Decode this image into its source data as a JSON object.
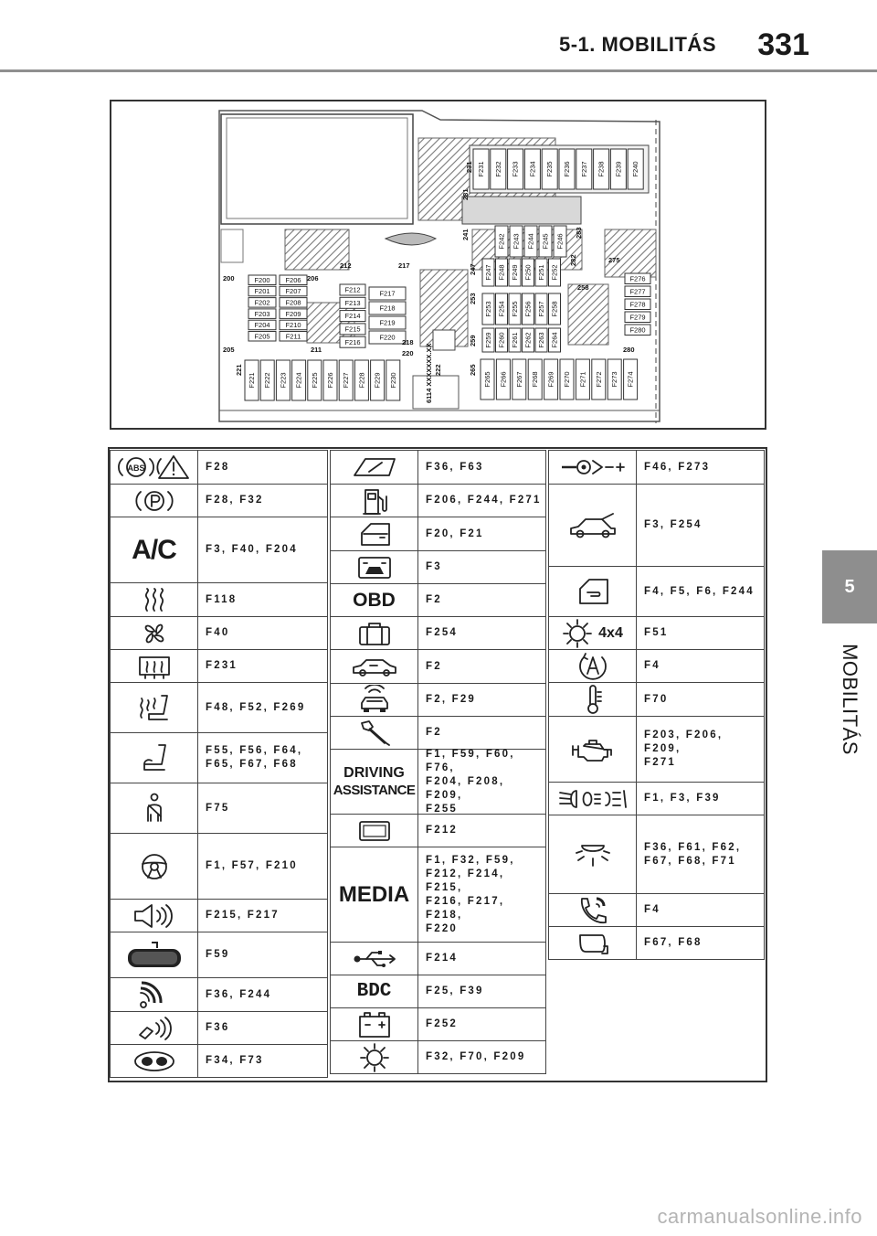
{
  "header": {
    "section_title": "5-1. MOBILITÁS",
    "page_number": "331"
  },
  "side_tab": {
    "chapter_number": "5",
    "chapter_label": "MOBILITÁS"
  },
  "diagram": {
    "labels": {
      "f200_f205": [
        "F200",
        "F201",
        "F202",
        "F203",
        "F204",
        "F205"
      ],
      "f206_f211": [
        "F206",
        "F207",
        "F208",
        "F209",
        "F210",
        "F211"
      ],
      "f212_f216": [
        "F212",
        "F213",
        "F214",
        "F215",
        "F216"
      ],
      "f217_f220": [
        "F217",
        "F218",
        "F219",
        "F220"
      ],
      "f221_f230": [
        "F221",
        "F222",
        "F223",
        "F224",
        "F225",
        "F226",
        "F227",
        "F228",
        "F229",
        "F230"
      ],
      "f231_f240": [
        "F231",
        "F232",
        "F233",
        "F234",
        "F235",
        "F236",
        "F237",
        "F238",
        "F239",
        "F240"
      ],
      "f242_f246": [
        "F242",
        "F243",
        "F244",
        "F245",
        "F246"
      ],
      "f247_f252": [
        "F247",
        "F248",
        "F249",
        "F250",
        "F251",
        "F252"
      ],
      "f253_f258": [
        "F253",
        "F254",
        "F255",
        "F256",
        "F257",
        "F258"
      ],
      "f259_f264": [
        "F259",
        "F260",
        "F261",
        "F262",
        "F263",
        "F264"
      ],
      "f265_f274": [
        "F265",
        "F266",
        "F267",
        "F268",
        "F269",
        "F270",
        "F271",
        "F272",
        "F273",
        "F274"
      ],
      "f276_f280": [
        "F276",
        "F277",
        "F278",
        "F279",
        "F280"
      ],
      "zones": [
        "200",
        "205",
        "206",
        "211",
        "212",
        "217",
        "218",
        "220",
        "221",
        "222",
        "231",
        "241",
        "247",
        "253",
        "258",
        "259",
        "265",
        "275",
        "280",
        "281",
        "282",
        "283",
        "6114 XXXXXXX.XX"
      ]
    }
  },
  "legend": {
    "col1": [
      {
        "icon": "abs-and-warning-icons",
        "fuses": "F28"
      },
      {
        "icon": "parking-brake-icon",
        "fuses": "F28, F32"
      },
      {
        "icon": "ac-text-icon",
        "icon_text": "A/C",
        "fuses": "F3, F40, F204"
      },
      {
        "icon": "heating-waves-icon",
        "fuses": "F118"
      },
      {
        "icon": "fan-icon",
        "fuses": "F40"
      },
      {
        "icon": "rear-defrost-icon",
        "fuses": "F231"
      },
      {
        "icon": "heated-seat-icon",
        "fuses": "F48, F52, F269"
      },
      {
        "icon": "seat-icon",
        "fuses": "F55, F56, F64,\nF65, F67, F68"
      },
      {
        "icon": "seatbelt-person-icon",
        "fuses": "F75"
      },
      {
        "icon": "steering-wheel-icon",
        "fuses": "F1, F57, F210"
      },
      {
        "icon": "speaker-icon",
        "fuses": "F215, F217"
      },
      {
        "icon": "rearview-mirror-icon",
        "fuses": "F59"
      },
      {
        "icon": "wireless-signal-icon",
        "fuses": "F36, F244"
      },
      {
        "icon": "keyless-wave-icon",
        "fuses": "F36"
      },
      {
        "icon": "interior-lamp-oval-icon",
        "fuses": "F34, F73"
      }
    ],
    "col2": [
      {
        "icon": "windshield-icon",
        "fuses": "F36, F63"
      },
      {
        "icon": "fuel-pump-icon",
        "fuses": "F206, F244, F271"
      },
      {
        "icon": "door-icon",
        "fuses": "F20, F21"
      },
      {
        "icon": "camera-display-icon",
        "fuses": "F3"
      },
      {
        "icon": "obd-text-icon",
        "icon_text": "OBD",
        "fuses": "F2"
      },
      {
        "icon": "briefcase-icon",
        "fuses": "F254"
      },
      {
        "icon": "car-alarm-icon",
        "fuses": "F2"
      },
      {
        "icon": "car-sensor-icon",
        "fuses": "F2, F29"
      },
      {
        "icon": "screwdriver-icon",
        "fuses": "F2"
      },
      {
        "icon": "driving-assistance-text-icon",
        "icon_text_line1": "DRIVING",
        "icon_text_line2": "ASSISTANCE",
        "fuses": "F1, F59, F60, F76,\nF204, F208, F209,\nF255"
      },
      {
        "icon": "screen-icon",
        "fuses": "F212"
      },
      {
        "icon": "media-text-icon",
        "icon_text": "MEDIA",
        "fuses": "F1, F32, F59,\nF212, F214, F215,\nF216, F217, F218,\nF220"
      },
      {
        "icon": "usb-icon",
        "fuses": "F214"
      },
      {
        "icon": "bdc-text-icon",
        "icon_text": "BDC",
        "fuses": "F25, F39"
      },
      {
        "icon": "battery-icon",
        "fuses": "F252"
      },
      {
        "icon": "gear-cog-icon",
        "fuses": "F32, F70, F209"
      }
    ],
    "col3": [
      {
        "icon": "trailer-hitch-icon",
        "fuses": "F46, F273"
      },
      {
        "icon": "car-trunk-icon",
        "fuses": "F3, F254"
      },
      {
        "icon": "door-handle-icon",
        "fuses": "F4, F5, F6, F244"
      },
      {
        "icon": "4x4-gear-icon",
        "icon_text": "4x4",
        "fuses": "F51"
      },
      {
        "icon": "auto-start-stop-icon",
        "fuses": "F4"
      },
      {
        "icon": "thermometer-icon",
        "fuses": "F70"
      },
      {
        "icon": "engine-icon",
        "fuses": "F203, F206, F209,\nF271"
      },
      {
        "icon": "headlights-icon",
        "fuses": "F1, F3, F39"
      },
      {
        "icon": "ceiling-lamp-icon",
        "fuses": "F36, F61, F62,\nF67, F68, F71"
      },
      {
        "icon": "phone-icon",
        "fuses": "F4"
      },
      {
        "icon": "door-mirror-icon",
        "fuses": "F67, F68"
      }
    ]
  },
  "footer": {
    "watermark": "carmanualsonline.info"
  }
}
